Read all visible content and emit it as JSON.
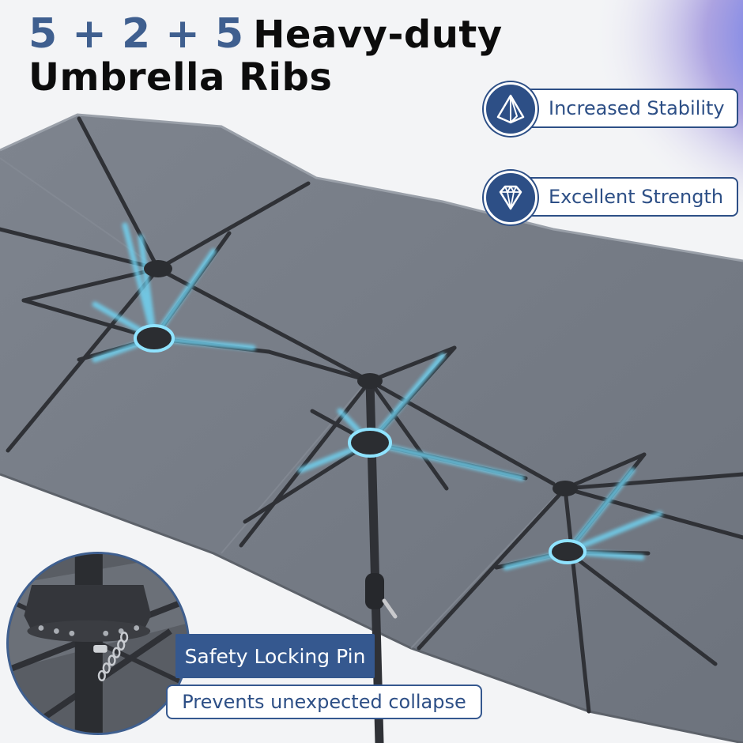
{
  "headline": {
    "numbers": "5 + 2 + 5",
    "line1_text": "Heavy-duty",
    "line2_text": "Umbrella Ribs"
  },
  "features": [
    {
      "label": "Increased Stability",
      "icon": "pyramid-icon"
    },
    {
      "label": "Excellent Strength",
      "icon": "diamond-icon"
    }
  ],
  "callouts": {
    "lock_title": "Safety Locking Pin",
    "lock_subtitle": "Prevents unexpected collapse"
  },
  "colors": {
    "brand_blue": "#2d4f86",
    "canopy_gray": "#757b85",
    "rib_highlight": "#6fd3f2",
    "frame_dark": "#2f3136"
  }
}
